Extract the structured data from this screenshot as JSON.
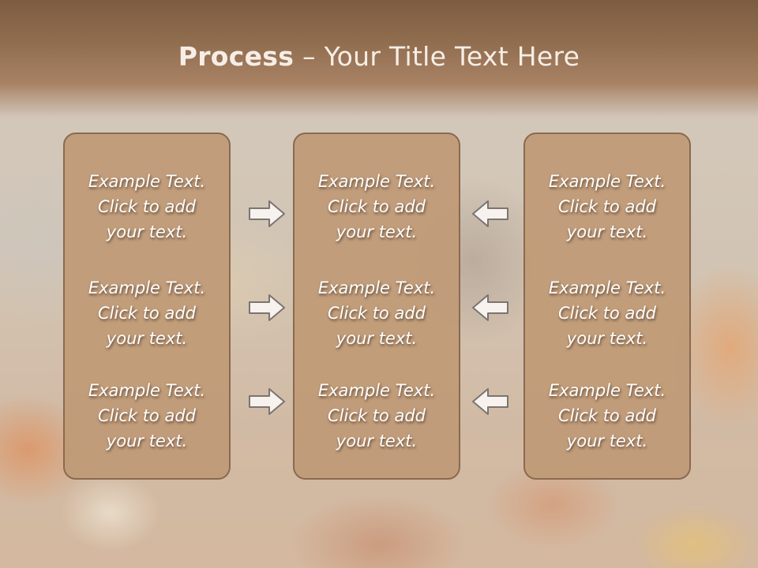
{
  "slide": {
    "title_bold": "Process",
    "title_dash": " – ",
    "title_rest": "Your Title Text Here"
  },
  "columns": [
    {
      "items": [
        {
          "line1": "Example Text.",
          "line2": "Click  to add",
          "line3": "your text."
        },
        {
          "line1": "Example Text.",
          "line2": "Click  to add",
          "line3": "your text."
        },
        {
          "line1": "Example Text.",
          "line2": "Click  to add",
          "line3": "your text."
        }
      ]
    },
    {
      "items": [
        {
          "line1": "Example Text.",
          "line2": "Click  to add",
          "line3": "your text."
        },
        {
          "line1": "Example Text.",
          "line2": "Click  to add",
          "line3": "your text."
        },
        {
          "line1": "Example Text.",
          "line2": "Click  to add",
          "line3": "your text."
        }
      ]
    },
    {
      "items": [
        {
          "line1": "Example Text.",
          "line2": "Click  to add",
          "line3": "your text."
        },
        {
          "line1": "Example Text.",
          "line2": "Click  to add",
          "line3": "your text."
        },
        {
          "line1": "Example Text.",
          "line2": "Click  to add",
          "line3": "your text."
        }
      ]
    }
  ],
  "arrows": {
    "left_icon": "arrow-right-icon",
    "right_icon": "arrow-left-icon"
  },
  "colors": {
    "box_fill": "#c09a76",
    "box_border": "#8a6a50",
    "header": "#8d6a4c",
    "text": "#ffffff"
  }
}
